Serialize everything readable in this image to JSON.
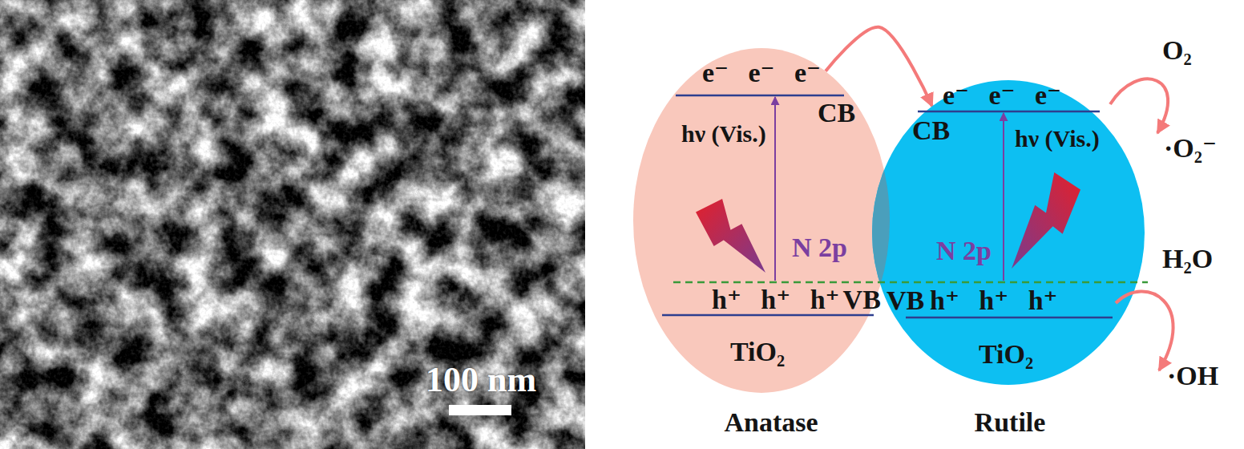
{
  "diagram": {
    "nodes": [
      {
        "text": [
          "e⁻ e⁻ e⁻",
          "CB",
          "hν (Vis.)",
          "N 2p",
          "h⁺ h⁺ h⁺",
          "VB",
          "TiO₂",
          "Anatase"
        ]
      },
      {
        "text": [
          "e⁻ e⁻ e⁻",
          "CB",
          "hν (Vis.)",
          "N 2p",
          "VB",
          "h⁺ h⁺ h⁺",
          "TiO₂",
          "Rutile"
        ]
      }
    ],
    "edges": [
      {
        "from": 0,
        "to": 1,
        "arrow": "to"
      }
    ],
    "labels": [
      "100 nm",
      "O₂",
      "·O₂⁻",
      "H₂O",
      "·OH"
    ]
  }
}
